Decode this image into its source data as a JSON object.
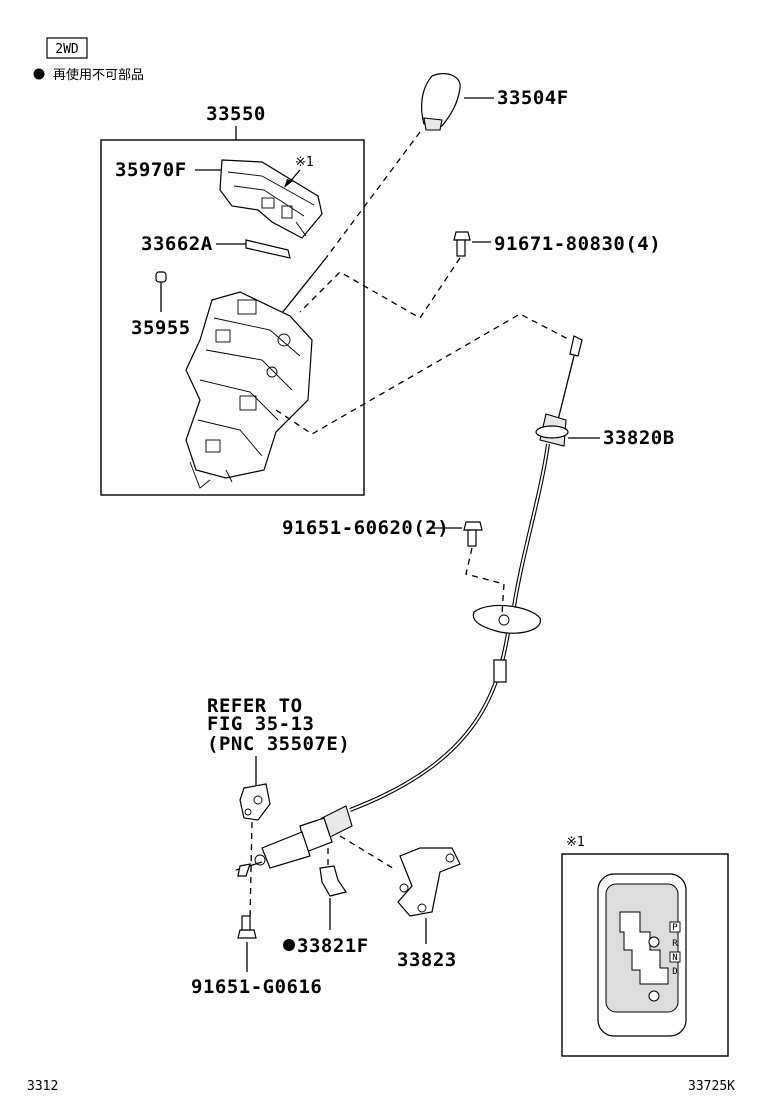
{
  "header": {
    "badge": "2WD",
    "legend_text": "再使用不可部品"
  },
  "labels": {
    "p33550": "33550",
    "p33504F": "33504F",
    "p35970F": "35970F",
    "ref_mark_top": "※1",
    "p33662A": "33662A",
    "p35955": "35955",
    "p91671": "91671-80830(4)",
    "p33820B": "33820B",
    "p91651_60620": "91651-60620(2)",
    "refer_line1": "REFER TO",
    "refer_line2": "FIG 35-13",
    "refer_line3": "(PNC 35507E)",
    "p33821F": "33821F",
    "p33823": "33823",
    "p91651_G0616": "91651-G0616",
    "inset_mark": "※1"
  },
  "inset": {
    "gate_letters": [
      "P",
      "R",
      "N",
      "D"
    ]
  },
  "footer": {
    "left_code": "3312",
    "right_code": "33725K"
  }
}
